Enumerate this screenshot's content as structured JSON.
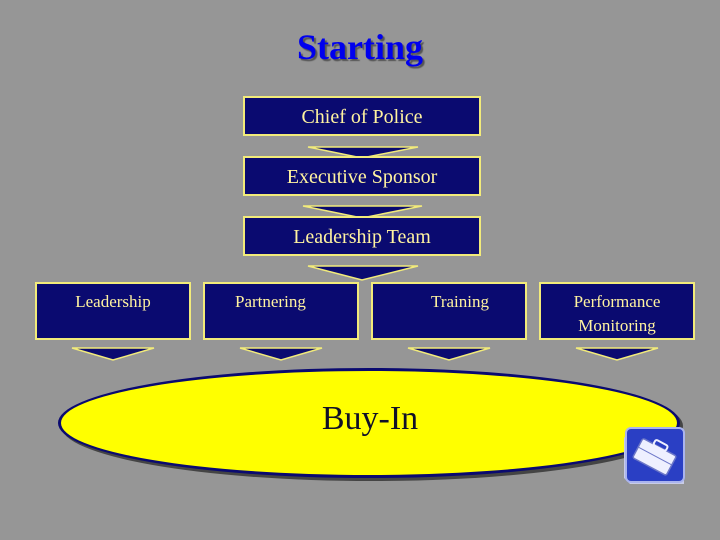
{
  "title": "Starting",
  "hierarchy": [
    {
      "label": "Chief of Police"
    },
    {
      "label": "Executive Sponsor"
    },
    {
      "label": "Leadership Team"
    }
  ],
  "columns": [
    {
      "label": "Leadership"
    },
    {
      "label": "Partnering"
    },
    {
      "label": "Training"
    },
    {
      "label": "Performance\nMonitoring"
    }
  ],
  "outcome": {
    "label": "Buy-In"
  },
  "colors": {
    "background": "#969696",
    "box_fill": "#0a0a70",
    "box_border": "#f2eb7a",
    "ellipse_fill": "#ffff00",
    "title": "#0000ee"
  },
  "icons": {
    "corner": "briefcase-icon"
  }
}
